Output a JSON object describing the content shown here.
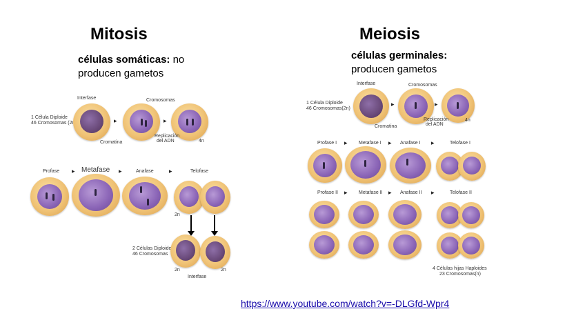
{
  "mitosis": {
    "title": "Mitosis",
    "sub_bold": "células somáticas:",
    "sub_rest": " no",
    "sub_line2": "producen gametos",
    "labels": {
      "interfase_top": "Interfase",
      "cromosomas": "Cromosomas",
      "diploid_1": "1 Célula Diploide",
      "diploid_2": "46 Cromosomas (2n)",
      "cromatina": "Cromatina",
      "replicacion_1": "Replicación",
      "replicacion_2": "del ADN",
      "n4": "4n",
      "profase": "Profase",
      "metafase": "Metafase",
      "anafase": "Anafase",
      "telofase": "Telofase",
      "n2a": "2n",
      "n2b": "2n",
      "n2c": "2n",
      "diploids_1": "2 Células Diploides",
      "diploids_2": "46 Cromosomas",
      "interfase_bottom": "Interfase"
    }
  },
  "meiosis": {
    "title": "Meiosis",
    "sub_line1": "células germinales:",
    "sub_line2": "producen gametos",
    "labels": {
      "interfase": "Interfase",
      "cromosomas": "Cromosomas",
      "diploid_1": "1 Célula Diploide",
      "diploid_2": "46 Cromosomas(2n)",
      "cromatina": "Cromatina",
      "replicacion_1": "Replicación",
      "replicacion_2": "del ADN",
      "n4": "4n",
      "profase1": "Profase I",
      "metafase1": "Metafase I",
      "anafase1": "Anafase I",
      "telofase1": "Telofase I",
      "profase2": "Profase II",
      "metafase2": "Metafase II",
      "anafase2": "Anafase II",
      "telofase2": "Telofase II",
      "haploid_1": "4 Células hijas Haploides",
      "haploid_2": "23 Cromosomas(n)"
    }
  },
  "link": "https://www.youtube.com/watch?v=-DLGfd-Wpr4"
}
